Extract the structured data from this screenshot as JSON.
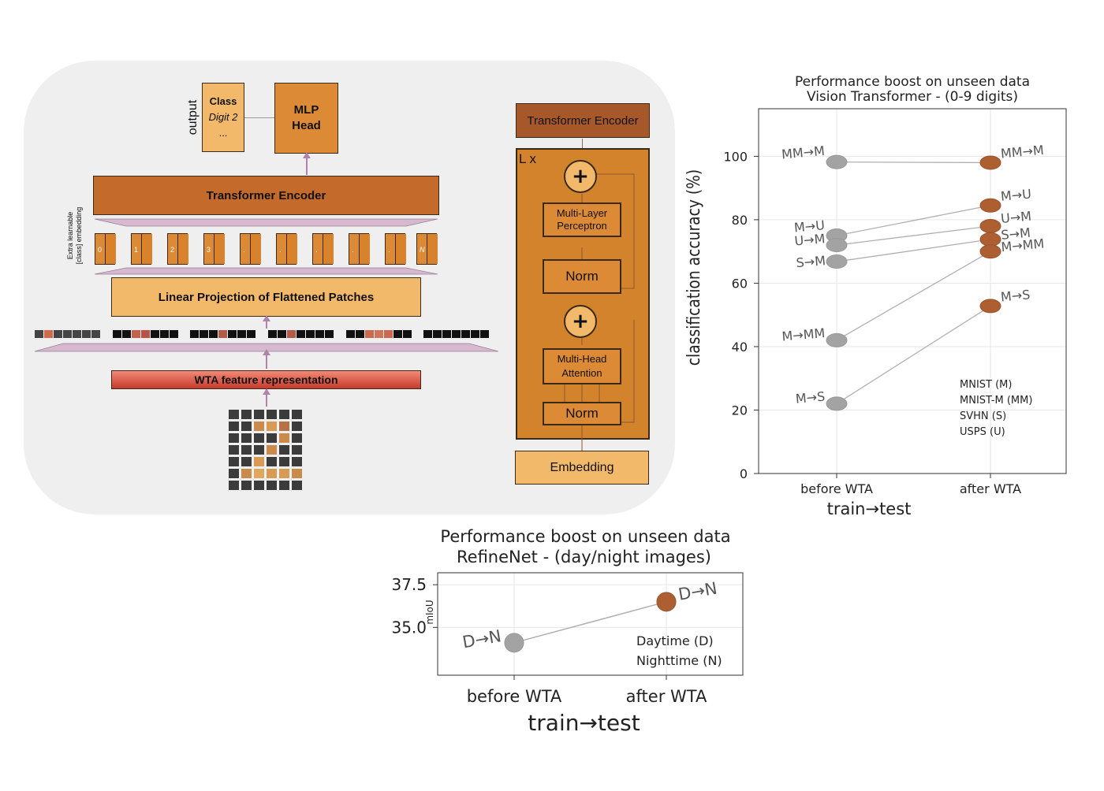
{
  "diagram": {
    "output_label": "output",
    "class_box": {
      "title": "Class",
      "subtitle": "Digit 2",
      "more": "..."
    },
    "mlp_head": "MLP\nHead",
    "transformer_encoder": "Transformer Encoder",
    "extra_embedding": "Extra learnable\n[class] embedding",
    "tokens": [
      "0",
      "1",
      "2",
      "3",
      ".",
      ".",
      ".",
      ".",
      ".",
      "N"
    ],
    "linear_projection": "Linear Projection of Flattened Patches",
    "wta_feature": "WTA feature representation",
    "encoder_detail": {
      "title": "Transformer Encoder",
      "lx": "L x",
      "plus": "+",
      "mlp": "Multi-Layer\nPerceptron",
      "norm": "Norm",
      "mha": "Multi-Head\nAttention",
      "embedding": "Embedding"
    }
  },
  "chart_data": [
    {
      "type": "line",
      "title": "Performance boost on unseen data\nVision Transformer - (0-9 digits)",
      "xlabel": "train→test",
      "ylabel": "classification accuracy (%)",
      "categories": [
        "before WTA",
        "after WTA"
      ],
      "yticks": [
        0,
        20,
        40,
        60,
        80,
        100
      ],
      "ylim": [
        0,
        115
      ],
      "grid": true,
      "series": [
        {
          "name": "MM→M",
          "values": [
            98.2,
            98.0
          ]
        },
        {
          "name": "M→U",
          "values": [
            75.0,
            84.5
          ]
        },
        {
          "name": "U→M",
          "values": [
            72.0,
            78.0
          ]
        },
        {
          "name": "S→M",
          "values": [
            66.8,
            73.8
          ]
        },
        {
          "name": "M→MM",
          "values": [
            42.0,
            70.0
          ]
        },
        {
          "name": "M→S",
          "values": [
            22.0,
            52.8
          ]
        }
      ],
      "legend_text": [
        "MNIST (M)",
        "MNIST-M (MM)",
        "SVHN (S)",
        "USPS (U)"
      ],
      "colors": {
        "before": "#a3a3a3",
        "after": "#ad5f32",
        "line": "#b0b0b0"
      }
    },
    {
      "type": "line",
      "title": "Performance boost on unseen data\nRefineNet - (day/night images)",
      "xlabel": "train→test",
      "ylabel": "mIoU",
      "categories": [
        "before WTA",
        "after WTA"
      ],
      "yticks": [
        35.0,
        37.5
      ],
      "ylim": [
        32.2,
        38.2
      ],
      "grid": true,
      "series": [
        {
          "name": "D→N",
          "values": [
            34.1,
            36.5
          ]
        }
      ],
      "legend_text": [
        "Daytime (D)",
        "Nighttime (N)"
      ],
      "colors": {
        "before": "#a3a3a3",
        "after": "#ad5f32",
        "line": "#b0b0b0"
      }
    }
  ]
}
